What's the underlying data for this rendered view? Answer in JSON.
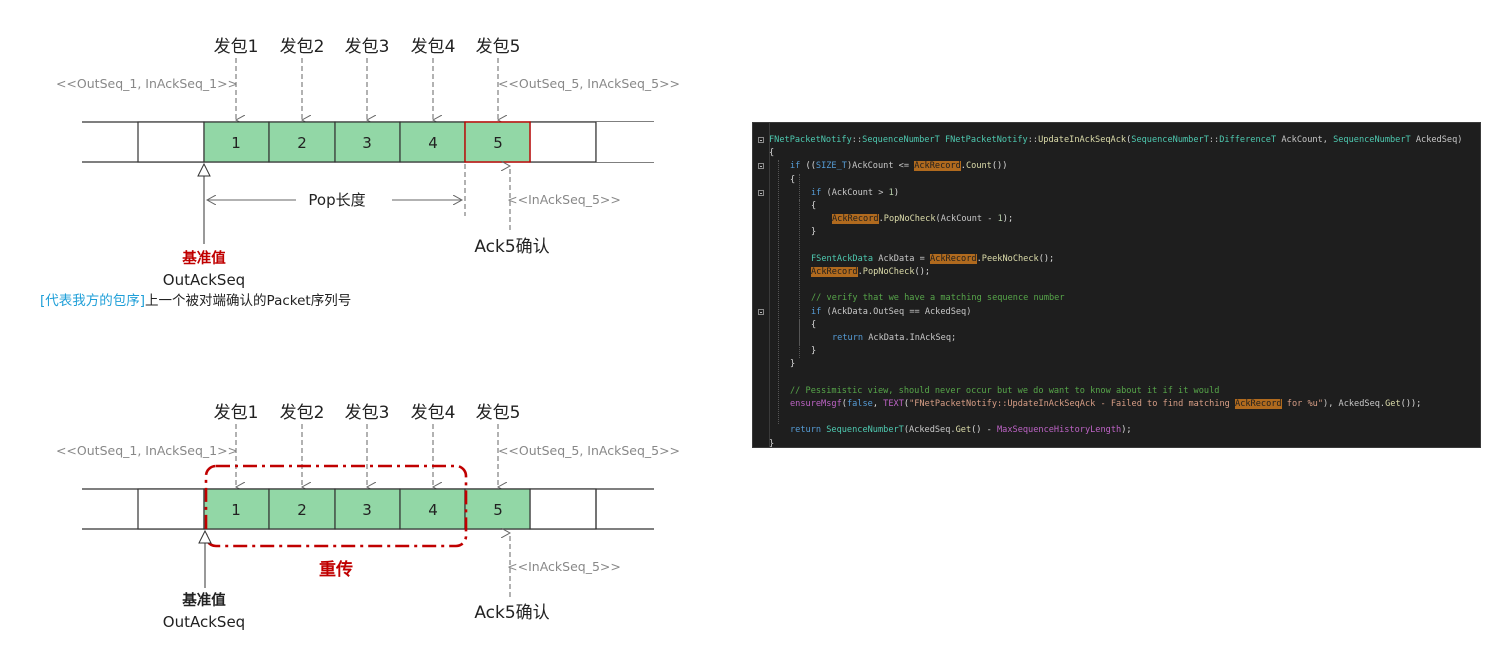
{
  "diagram_top": {
    "packets": [
      "发包1",
      "发包2",
      "发包3",
      "发包4",
      "发包5"
    ],
    "seq_left": "<<OutSeq_1, InAckSeq_1>>",
    "seq_right": "<<OutSeq_5, InAckSeq_5>>",
    "cells": [
      "1",
      "2",
      "3",
      "4",
      "5"
    ],
    "pop_label": "Pop长度",
    "inack_label": "<<InAckSeq_5>>",
    "ack_label": "Ack5确认",
    "base_label": "基准值",
    "outack_label": "OutAckSeq",
    "note_blue": "[代表我方的包序]",
    "note_rest": "上一个被对端确认的Packet序列号"
  },
  "diagram_bottom": {
    "packets": [
      "发包1",
      "发包2",
      "发包3",
      "发包4",
      "发包5"
    ],
    "seq_left": "<<OutSeq_1, InAckSeq_1>>",
    "seq_right": "<<OutSeq_5, InAckSeq_5>>",
    "cells": [
      "1",
      "2",
      "3",
      "4",
      "5"
    ],
    "retransmit_label": "重传",
    "inack_label": "<<InAckSeq_5>>",
    "ack_label": "Ack5确认",
    "base_label": "基准值",
    "outack_label": "OutAckSeq"
  },
  "colors": {
    "cell_fill": "#92d7a6",
    "accent_red": "#c00000",
    "note_blue": "#1f9fd8",
    "code_bg": "#1e1e1e"
  },
  "code": {
    "language": "C++",
    "lines": [
      [
        [
          "FNetPacketNotify",
          "tok-type"
        ],
        [
          "::",
          "tok-ns"
        ],
        [
          "SequenceNumberT",
          "tok-type"
        ],
        [
          " ",
          ""
        ],
        [
          "FNetPacketNotify",
          "tok-type"
        ],
        [
          "::",
          "tok-ns"
        ],
        [
          "UpdateInAckSeqAck",
          "tok-fn"
        ],
        [
          "(",
          ""
        ],
        [
          "SequenceNumberT",
          "tok-type"
        ],
        [
          "::",
          "tok-ns"
        ],
        [
          "DifferenceT",
          "tok-type"
        ],
        [
          " AckCount, ",
          "tok-var"
        ],
        [
          "SequenceNumberT",
          "tok-type"
        ],
        [
          " AckedSeq)",
          "tok-var"
        ]
      ],
      [
        [
          "{",
          ""
        ]
      ],
      [
        [
          "if",
          "tok-kw"
        ],
        [
          " ((",
          ""
        ],
        [
          "SIZE_T",
          "tok-kw"
        ],
        [
          ")AckCount <= ",
          "tok-var"
        ],
        [
          "AckRecord",
          "tok-hl"
        ],
        [
          ".",
          ""
        ],
        [
          "Count",
          "tok-fn"
        ],
        [
          "())",
          ""
        ]
      ],
      [
        [
          "{",
          ""
        ]
      ],
      [
        [
          "if",
          "tok-kw"
        ],
        [
          " (AckCount > ",
          "tok-var"
        ],
        [
          "1",
          "tok-num"
        ],
        [
          ")",
          ""
        ]
      ],
      [
        [
          "{",
          ""
        ]
      ],
      [
        [
          "AckRecord",
          "tok-hl"
        ],
        [
          ".",
          ""
        ],
        [
          "PopNoCheck",
          "tok-fn"
        ],
        [
          "(AckCount - ",
          "tok-var"
        ],
        [
          "1",
          "tok-num"
        ],
        [
          ");",
          ""
        ]
      ],
      [
        [
          "}",
          ""
        ]
      ],
      [
        [
          "",
          ""
        ]
      ],
      [
        [
          "FSentAckData",
          "tok-type"
        ],
        [
          " AckData = ",
          "tok-var"
        ],
        [
          "AckRecord",
          "tok-hl"
        ],
        [
          ".",
          ""
        ],
        [
          "PeekNoCheck",
          "tok-fn"
        ],
        [
          "();",
          ""
        ]
      ],
      [
        [
          "AckRecord",
          "tok-hl"
        ],
        [
          ".",
          ""
        ],
        [
          "PopNoCheck",
          "tok-fn"
        ],
        [
          "();",
          ""
        ]
      ],
      [
        [
          "",
          ""
        ]
      ],
      [
        [
          "// verify that we have a matching sequence number",
          "tok-cm"
        ]
      ],
      [
        [
          "if",
          "tok-kw"
        ],
        [
          " (AckData.OutSeq == AckedSeq)",
          "tok-var"
        ]
      ],
      [
        [
          "{",
          ""
        ]
      ],
      [
        [
          "return",
          "tok-kw"
        ],
        [
          " AckData.InAckSeq;",
          "tok-var"
        ]
      ],
      [
        [
          "}",
          ""
        ]
      ],
      [
        [
          "}",
          ""
        ]
      ],
      [
        [
          "",
          ""
        ]
      ],
      [
        [
          "// Pessimistic view, should never occur but we do want to know about it if it would",
          "tok-cm"
        ]
      ],
      [
        [
          "ensureMsgf",
          "tok-mac"
        ],
        [
          "(",
          ""
        ],
        [
          "false",
          "tok-kw"
        ],
        [
          ", ",
          ""
        ],
        [
          "TEXT",
          "tok-mac"
        ],
        [
          "(",
          ""
        ],
        [
          "\"FNetPacketNotify::UpdateInAckSeqAck - Failed to find matching ",
          "tok-str"
        ],
        [
          "AckRecord",
          "tok-hl"
        ],
        [
          " for %u\"",
          "tok-str"
        ],
        [
          "), AckedSeq.",
          "tok-var"
        ],
        [
          "Get",
          "tok-fn"
        ],
        [
          "());",
          ""
        ]
      ],
      [
        [
          "",
          ""
        ]
      ],
      [
        [
          "return",
          "tok-kw"
        ],
        [
          " ",
          ""
        ],
        [
          "SequenceNumberT",
          "tok-type"
        ],
        [
          "(AckedSeq.",
          "tok-var"
        ],
        [
          "Get",
          "tok-fn"
        ],
        [
          "() - ",
          ""
        ],
        [
          "MaxSequenceHistoryLength",
          "tok-mac"
        ],
        [
          ");",
          ""
        ]
      ],
      [
        [
          "}",
          ""
        ]
      ]
    ]
  }
}
